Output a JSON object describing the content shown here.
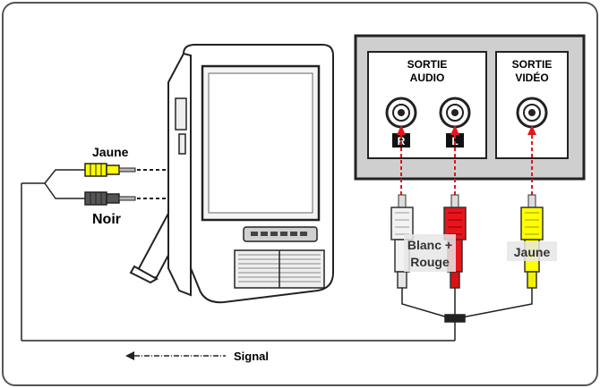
{
  "labels": {
    "sortie_audio_line1": "SORTIE",
    "sortie_audio_line2": "AUDIO",
    "sortie_video_line1": "SORTIE",
    "sortie_video_line2": "VIDÉO",
    "jack_right": "R",
    "jack_left": "L",
    "jaune_top": "Jaune",
    "noir": "Noir",
    "blanc_rouge_line1": "Blanc +",
    "blanc_rouge_line2": "Rouge",
    "jaune_plug": "Jaune",
    "signal": "Signal"
  },
  "colors": {
    "panel": "#cfcfcf",
    "yellow": "#ffff00",
    "red": "#e8141b",
    "white_plug": "#f2f2f2",
    "dark_plug": "#555555",
    "signal_arrow": "#e8141b"
  },
  "icons": [
    "portable-dvd-player",
    "rca-jack-icon",
    "av-cable-icon",
    "signal-arrow-icon"
  ]
}
